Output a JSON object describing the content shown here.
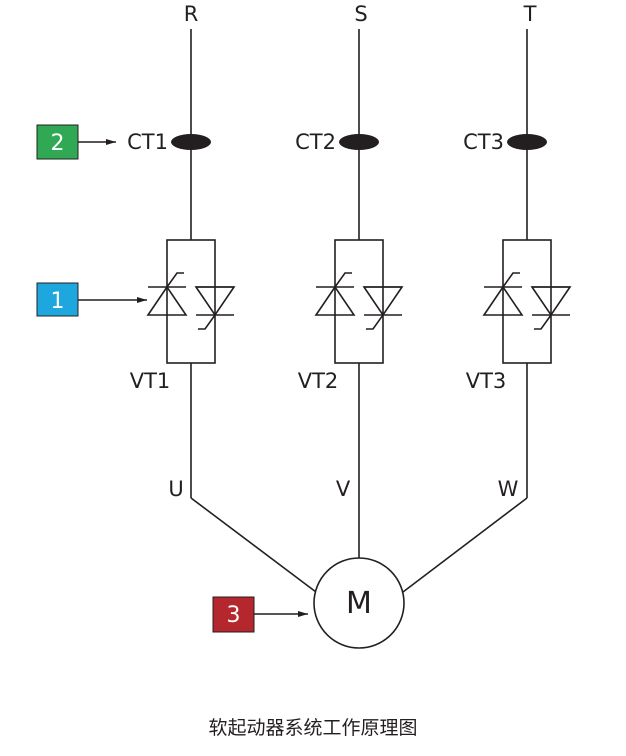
{
  "phases": [
    {
      "line": "R",
      "ct": "CT1",
      "vt": "VT1",
      "out": "U"
    },
    {
      "line": "S",
      "ct": "CT2",
      "vt": "VT2",
      "out": "V"
    },
    {
      "line": "T",
      "ct": "CT3",
      "vt": "VT3",
      "out": "W"
    }
  ],
  "motor": {
    "label": "M"
  },
  "callouts": [
    {
      "number": "1",
      "target": "VT1",
      "color": "#1ea6de"
    },
    {
      "number": "2",
      "target": "CT1",
      "color": "#31a853"
    },
    {
      "number": "3",
      "target": "M",
      "color": "#b3272d"
    }
  ],
  "colors": {
    "line": "#231f20"
  },
  "caption": "软起动器系统工作原理图"
}
